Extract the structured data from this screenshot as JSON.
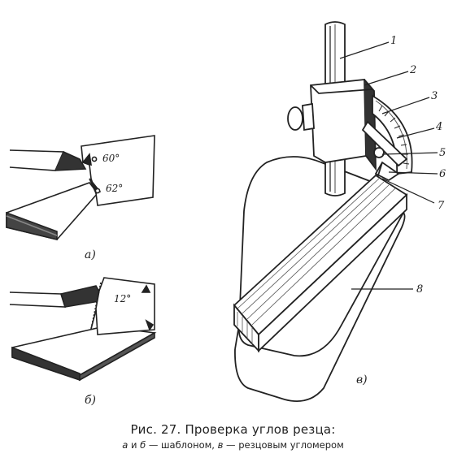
{
  "figure": {
    "part_labels": [
      "1",
      "2",
      "3",
      "4",
      "5",
      "6",
      "7",
      "8"
    ],
    "angles": {
      "a_upper": "60°",
      "a_lower": "62°",
      "b": "12°"
    },
    "sub_labels": {
      "a": "а)",
      "b": "б)",
      "v": "в)"
    }
  },
  "caption": {
    "title": "Рис. 27. Проверка углов резца:",
    "letter_a": "а",
    "and": " и ",
    "letter_b": "б",
    "dash1": " — шаблоном, ",
    "letter_v": "в",
    "dash2": " — резцовым угломером"
  }
}
